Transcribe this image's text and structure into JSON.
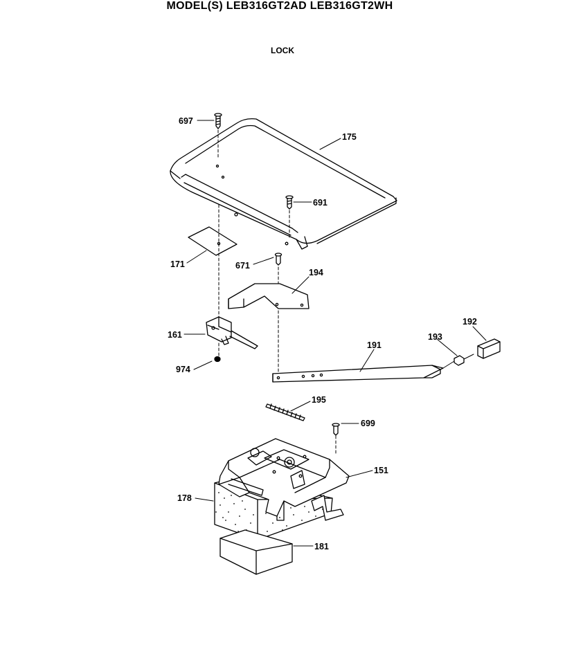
{
  "header": {
    "model_title": "MODEL(S) LEB316GT2AD  LEB316GT2WH",
    "section_title": "LOCK"
  },
  "diagram": {
    "parts": [
      {
        "id": "p697",
        "number": "697"
      },
      {
        "id": "p175",
        "number": "175"
      },
      {
        "id": "p691",
        "number": "691"
      },
      {
        "id": "p171",
        "number": "171"
      },
      {
        "id": "p671",
        "number": "671"
      },
      {
        "id": "p194",
        "number": "194"
      },
      {
        "id": "p192",
        "number": "192"
      },
      {
        "id": "p161a",
        "number": "161"
      },
      {
        "id": "p193",
        "number": "193"
      },
      {
        "id": "p191",
        "number": "191"
      },
      {
        "id": "p974",
        "number": "974"
      },
      {
        "id": "p195",
        "number": "195"
      },
      {
        "id": "p699",
        "number": "699"
      },
      {
        "id": "p151",
        "number": "151"
      },
      {
        "id": "p178",
        "number": "178"
      },
      {
        "id": "p181",
        "number": "181"
      }
    ]
  }
}
